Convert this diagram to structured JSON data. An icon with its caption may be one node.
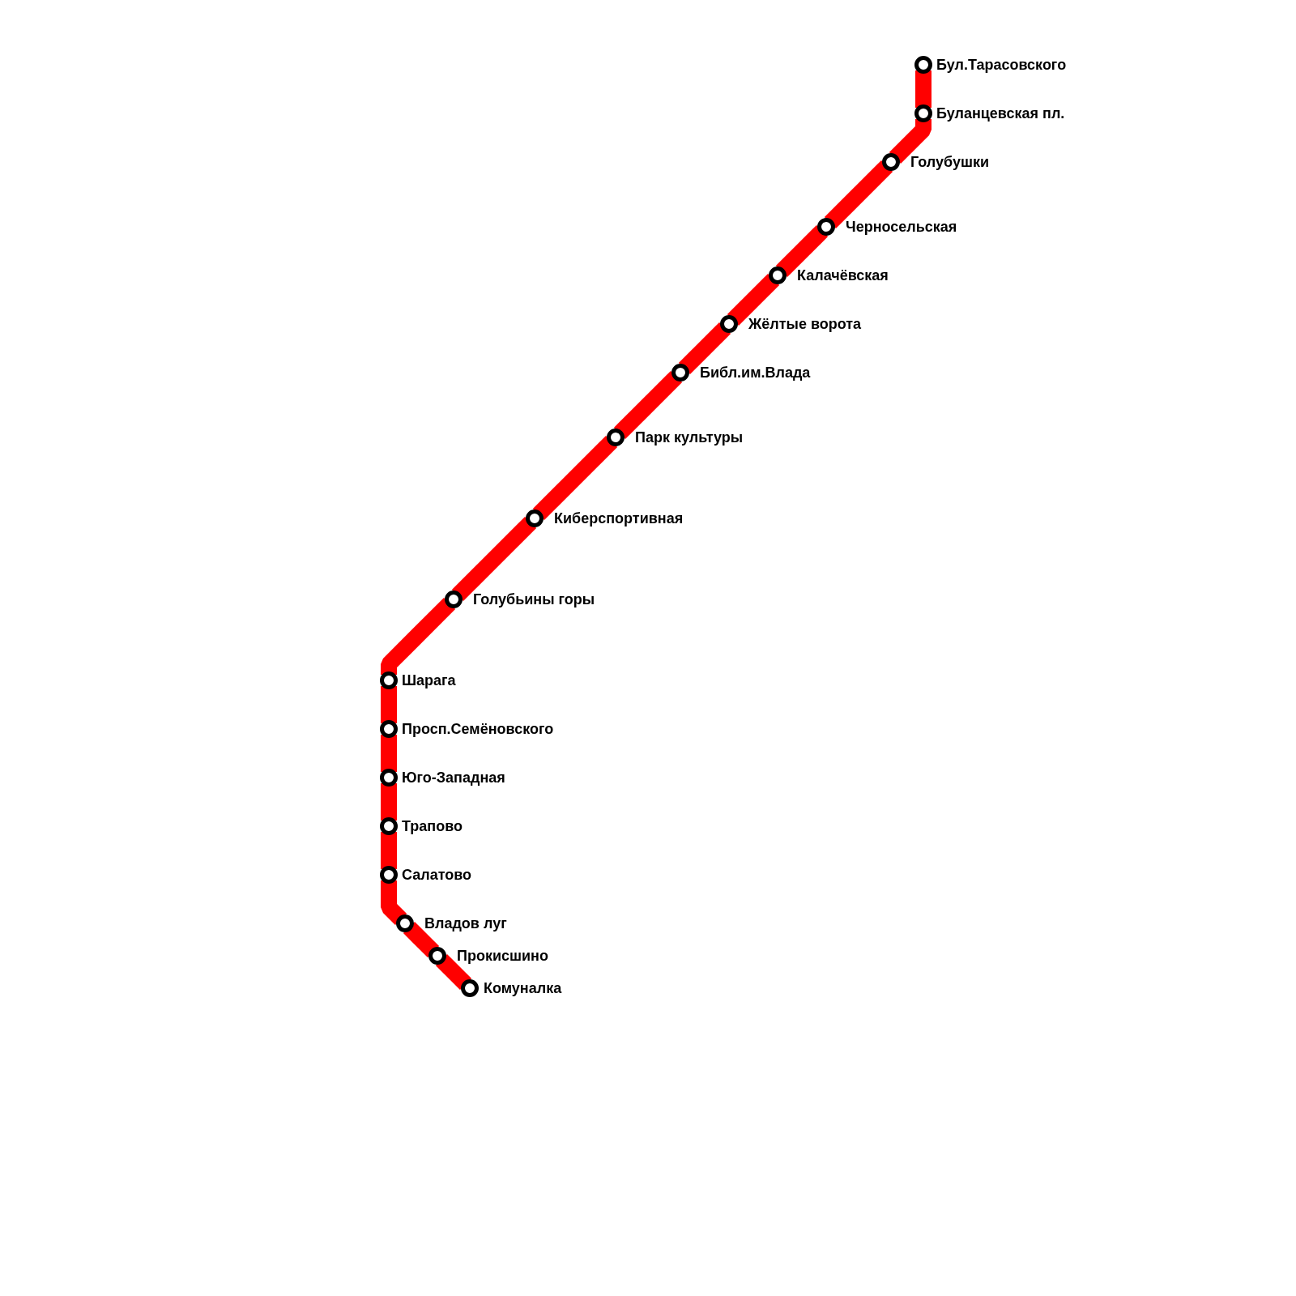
{
  "diagram": {
    "nodes": [
      {
        "text": [],
        "shape": "circle",
        "beside": [
          "Бул.Тарасовского"
        ]
      },
      {
        "text": [],
        "shape": "circle",
        "beside": [
          "Буланцевская пл."
        ]
      },
      {
        "text": [],
        "shape": "circle",
        "beside": [
          "Голубушки"
        ]
      },
      {
        "text": [],
        "shape": "circle",
        "beside": [
          "Черносельская"
        ]
      },
      {
        "text": [],
        "shape": "circle",
        "beside": [
          "Калачёвская"
        ]
      },
      {
        "text": [],
        "shape": "circle",
        "beside": [
          "Жёлтые ворота"
        ]
      },
      {
        "text": [],
        "shape": "circle",
        "beside": [
          "Библ.им.Влада"
        ]
      },
      {
        "text": [],
        "shape": "circle",
        "beside": [
          "Парк культуры"
        ]
      },
      {
        "text": [],
        "shape": "circle",
        "beside": [
          "Киберспортивная"
        ]
      },
      {
        "text": [],
        "shape": "circle",
        "beside": [
          "Голубьины горы"
        ]
      },
      {
        "text": [],
        "shape": "circle",
        "beside": [
          "Шарага"
        ]
      },
      {
        "text": [],
        "shape": "circle",
        "beside": [
          "Просп.Семёновского"
        ]
      },
      {
        "text": [],
        "shape": "circle",
        "beside": [
          "Юго-Западная"
        ]
      },
      {
        "text": [],
        "shape": "circle",
        "beside": [
          "Трапово"
        ]
      },
      {
        "text": [],
        "shape": "circle",
        "beside": [
          "Салатово"
        ]
      },
      {
        "text": [],
        "shape": "circle",
        "beside": [
          "Владов луг"
        ]
      },
      {
        "text": [],
        "shape": "circle",
        "beside": [
          "Прокисшино"
        ]
      },
      {
        "text": [],
        "shape": "circle",
        "beside": [
          "Комуналка"
        ]
      }
    ],
    "edges": [
      {
        "from": 0,
        "to": 1,
        "arrow": "none"
      },
      {
        "from": 1,
        "to": 2,
        "arrow": "none"
      },
      {
        "from": 2,
        "to": 3,
        "arrow": "none"
      },
      {
        "from": 3,
        "to": 4,
        "arrow": "none"
      },
      {
        "from": 4,
        "to": 5,
        "arrow": "none"
      },
      {
        "from": 5,
        "to": 6,
        "arrow": "none"
      },
      {
        "from": 6,
        "to": 7,
        "arrow": "none"
      },
      {
        "from": 7,
        "to": 8,
        "arrow": "none"
      },
      {
        "from": 8,
        "to": 9,
        "arrow": "none"
      },
      {
        "from": 9,
        "to": 10,
        "arrow": "none"
      },
      {
        "from": 10,
        "to": 11,
        "arrow": "none"
      },
      {
        "from": 11,
        "to": 12,
        "arrow": "none"
      },
      {
        "from": 12,
        "to": 13,
        "arrow": "none"
      },
      {
        "from": 13,
        "to": 14,
        "arrow": "none"
      },
      {
        "from": 14,
        "to": 15,
        "arrow": "none"
      },
      {
        "from": 15,
        "to": 16,
        "arrow": "none"
      },
      {
        "from": 16,
        "to": 17,
        "arrow": "none"
      }
    ]
  }
}
